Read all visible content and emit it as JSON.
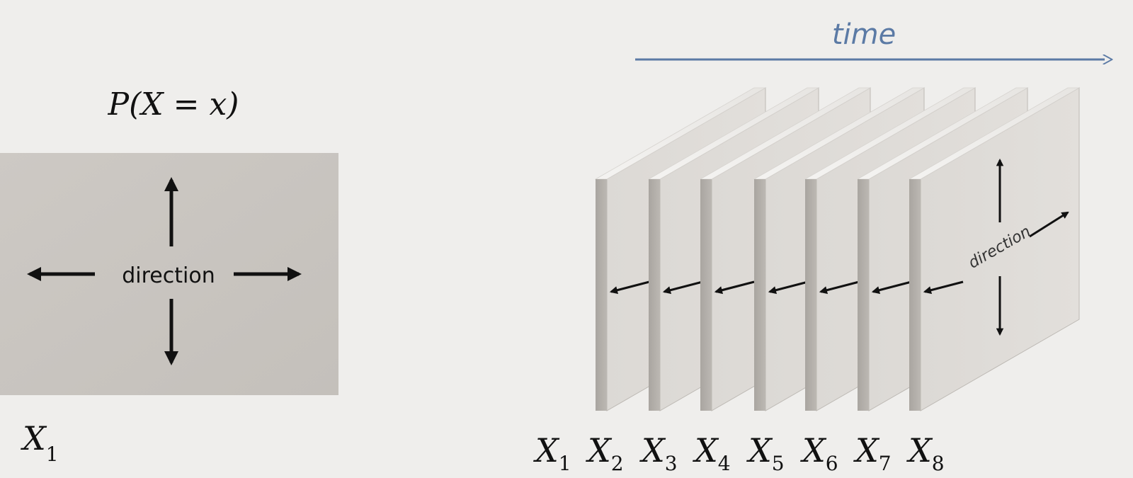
{
  "left_panel": {
    "probability_label": "P(X = x)",
    "direction_label": "direction",
    "variable": {
      "base": "X",
      "subscript": "1"
    }
  },
  "right_panel": {
    "time_label": "time",
    "direction_label": "direction",
    "variables": [
      {
        "base": "X",
        "subscript": "1"
      },
      {
        "base": "X",
        "subscript": "2"
      },
      {
        "base": "X",
        "subscript": "3"
      },
      {
        "base": "X",
        "subscript": "4"
      },
      {
        "base": "X",
        "subscript": "5"
      },
      {
        "base": "X",
        "subscript": "6"
      },
      {
        "base": "X",
        "subscript": "7"
      },
      {
        "base": "X",
        "subscript": "8"
      }
    ]
  },
  "colors": {
    "background": "#efeeec",
    "panel": "#c9c5c0",
    "time_arrow": "#5b7aa5",
    "arrow": "#111111"
  }
}
